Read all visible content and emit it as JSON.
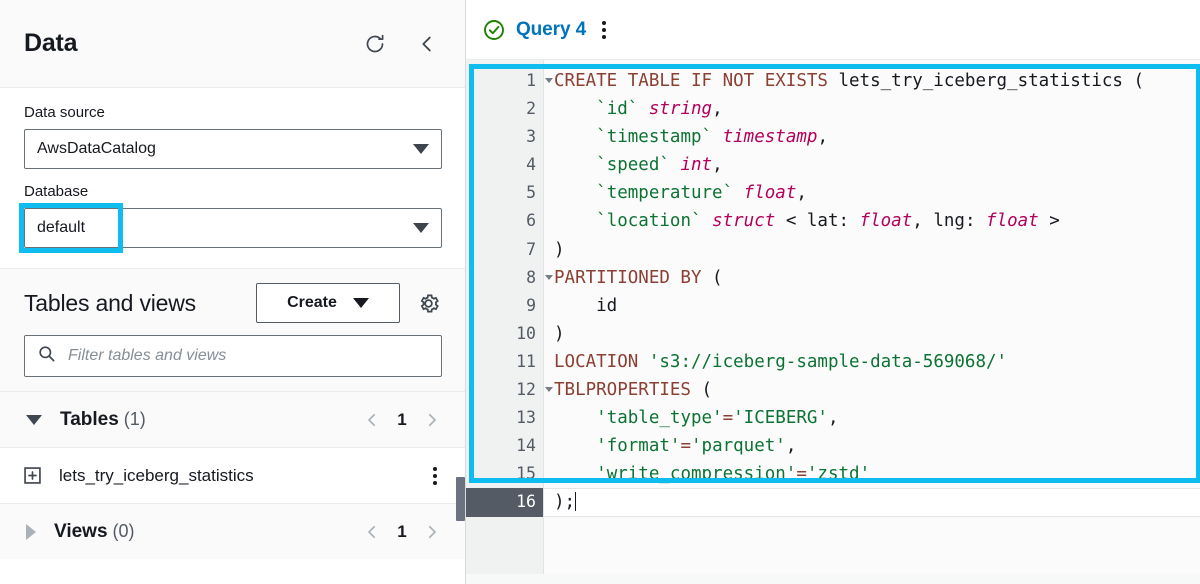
{
  "sidebar": {
    "title": "Data",
    "header_icons": [
      {
        "name": "refresh-icon",
        "label": "Refresh"
      },
      {
        "name": "collapse-icon",
        "label": "Collapse"
      }
    ],
    "data_source": {
      "label": "Data source",
      "value": "AwsDataCatalog"
    },
    "database": {
      "label": "Database",
      "value": "default",
      "highlighted": true
    },
    "tables_and_views": {
      "title": "Tables and views",
      "create_label": "Create",
      "settings_icon": "gear-icon",
      "filter_placeholder": "Filter tables and views",
      "filter_value": ""
    },
    "groups": [
      {
        "name": "Tables",
        "count": "(1)",
        "expanded": true,
        "page": "1",
        "items": [
          {
            "name": "lets_try_iceberg_statistics",
            "icon": "expand-plus-icon"
          }
        ]
      },
      {
        "name": "Views",
        "count": "(0)",
        "expanded": false,
        "page": "1",
        "items": []
      }
    ]
  },
  "editor": {
    "tab": {
      "status_icon": "check-circle-icon",
      "label": "Query 4",
      "menu_icon": "kebab-menu-icon"
    },
    "active_line": 16,
    "lines": [
      {
        "n": "1",
        "fold": true,
        "tokens": [
          {
            "t": "CREATE TABLE IF NOT EXISTS ",
            "c": "k"
          },
          {
            "t": "lets_try_iceberg_statistics (",
            "c": "pl"
          }
        ]
      },
      {
        "n": "2",
        "fold": false,
        "tokens": [
          {
            "t": "    ",
            "c": "pl"
          },
          {
            "t": "`id`",
            "c": "id"
          },
          {
            "t": " ",
            "c": "pl"
          },
          {
            "t": "string",
            "c": "ty"
          },
          {
            "t": ",",
            "c": "pl"
          }
        ]
      },
      {
        "n": "3",
        "fold": false,
        "tokens": [
          {
            "t": "    ",
            "c": "pl"
          },
          {
            "t": "`timestamp`",
            "c": "id"
          },
          {
            "t": " ",
            "c": "pl"
          },
          {
            "t": "timestamp",
            "c": "ty"
          },
          {
            "t": ",",
            "c": "pl"
          }
        ]
      },
      {
        "n": "4",
        "fold": false,
        "tokens": [
          {
            "t": "    ",
            "c": "pl"
          },
          {
            "t": "`speed`",
            "c": "id"
          },
          {
            "t": " ",
            "c": "pl"
          },
          {
            "t": "int",
            "c": "ty"
          },
          {
            "t": ",",
            "c": "pl"
          }
        ]
      },
      {
        "n": "5",
        "fold": false,
        "tokens": [
          {
            "t": "    ",
            "c": "pl"
          },
          {
            "t": "`temperature`",
            "c": "id"
          },
          {
            "t": " ",
            "c": "pl"
          },
          {
            "t": "float",
            "c": "ty"
          },
          {
            "t": ",",
            "c": "pl"
          }
        ]
      },
      {
        "n": "6",
        "fold": false,
        "tokens": [
          {
            "t": "    ",
            "c": "pl"
          },
          {
            "t": "`location`",
            "c": "id"
          },
          {
            "t": " ",
            "c": "pl"
          },
          {
            "t": "struct",
            "c": "ty"
          },
          {
            "t": " < lat: ",
            "c": "pl"
          },
          {
            "t": "float",
            "c": "ty"
          },
          {
            "t": ", lng: ",
            "c": "pl"
          },
          {
            "t": "float",
            "c": "ty"
          },
          {
            "t": " >",
            "c": "pl"
          }
        ]
      },
      {
        "n": "7",
        "fold": false,
        "tokens": [
          {
            "t": ")",
            "c": "pl"
          }
        ]
      },
      {
        "n": "8",
        "fold": true,
        "tokens": [
          {
            "t": "PARTITIONED BY",
            "c": "k"
          },
          {
            "t": " (",
            "c": "pl"
          }
        ]
      },
      {
        "n": "9",
        "fold": false,
        "tokens": [
          {
            "t": "    id",
            "c": "pl"
          }
        ]
      },
      {
        "n": "10",
        "fold": false,
        "tokens": [
          {
            "t": ")",
            "c": "pl"
          }
        ]
      },
      {
        "n": "11",
        "fold": false,
        "tokens": [
          {
            "t": "LOCATION",
            "c": "k"
          },
          {
            "t": " ",
            "c": "pl"
          },
          {
            "t": "'s3://iceberg-sample-data-569068/'",
            "c": "id"
          }
        ]
      },
      {
        "n": "12",
        "fold": true,
        "tokens": [
          {
            "t": "TBLPROPERTIES",
            "c": "k"
          },
          {
            "t": " (",
            "c": "pl"
          }
        ]
      },
      {
        "n": "13",
        "fold": false,
        "tokens": [
          {
            "t": "    ",
            "c": "pl"
          },
          {
            "t": "'table_type'",
            "c": "id"
          },
          {
            "t": "=",
            "c": "k"
          },
          {
            "t": "'ICEBERG'",
            "c": "id"
          },
          {
            "t": ",",
            "c": "pl"
          }
        ]
      },
      {
        "n": "14",
        "fold": false,
        "tokens": [
          {
            "t": "    ",
            "c": "pl"
          },
          {
            "t": "'format'",
            "c": "id"
          },
          {
            "t": "=",
            "c": "k"
          },
          {
            "t": "'parquet'",
            "c": "id"
          },
          {
            "t": ",",
            "c": "pl"
          }
        ]
      },
      {
        "n": "15",
        "fold": false,
        "tokens": [
          {
            "t": "    ",
            "c": "pl"
          },
          {
            "t": "'write_compression'",
            "c": "id"
          },
          {
            "t": "=",
            "c": "k"
          },
          {
            "t": "'zstd'",
            "c": "id"
          }
        ]
      },
      {
        "n": "16",
        "fold": false,
        "tokens": [
          {
            "t": ");",
            "c": "pl"
          }
        ]
      }
    ]
  },
  "annotations": {
    "highlight_color": "#0fbcf0",
    "boxes": [
      {
        "target": "database-value",
        "label": "default"
      },
      {
        "target": "sql-code-block",
        "label": "CREATE TABLE statement"
      }
    ]
  },
  "colors": {
    "accent_blue": "#0073bb",
    "success_green": "#1d8102",
    "keyword": "#8b4033",
    "string": "#0c7333",
    "type": "#b4005a",
    "highlight": "#0fbcf0"
  }
}
